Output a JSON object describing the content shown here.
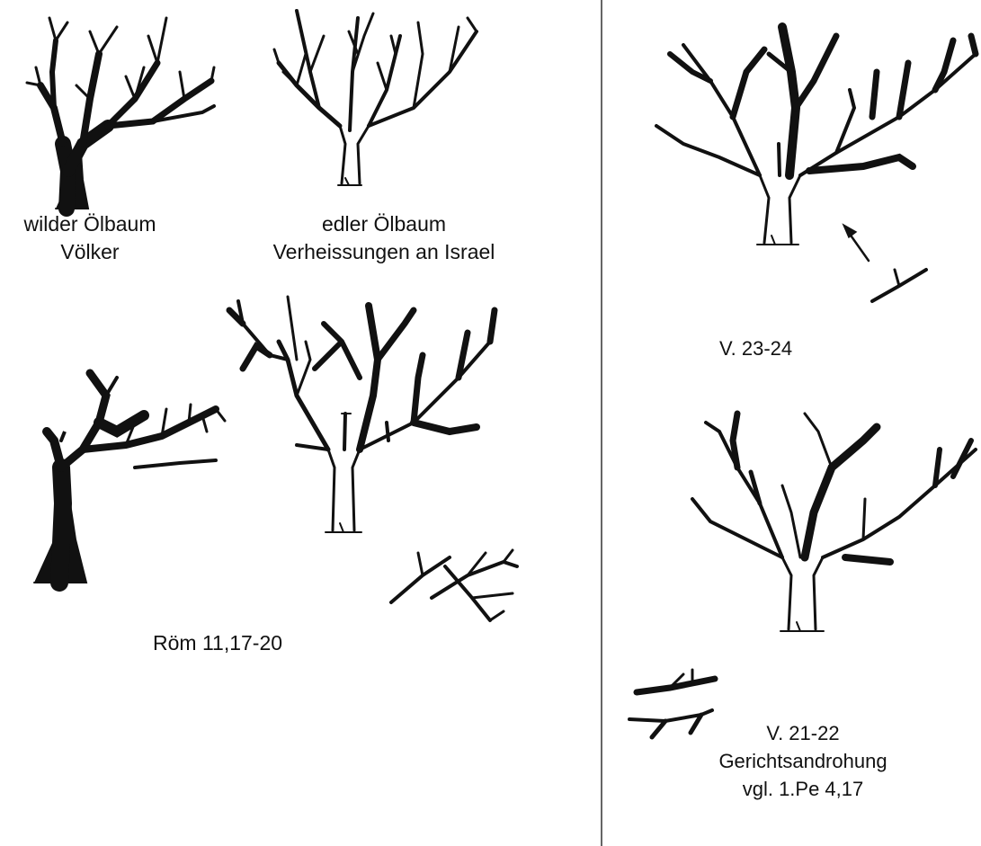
{
  "labels": {
    "wild_olive_line1": "wilder Ölbaum",
    "wild_olive_line2": "Völker",
    "noble_olive_line1": "edler Ölbaum",
    "noble_olive_line2": "Verheissungen an Israel",
    "romans_ref": "Röm 11,17-20",
    "verses_23_24": "V. 23-24",
    "verses_21_22": "V. 21-22",
    "judgment": "Gerichtsandrohung",
    "peter_ref": "vgl. 1.Pe 4,17"
  },
  "colors": {
    "ink": "#111111",
    "paper": "#ffffff",
    "divider": "#333333"
  }
}
